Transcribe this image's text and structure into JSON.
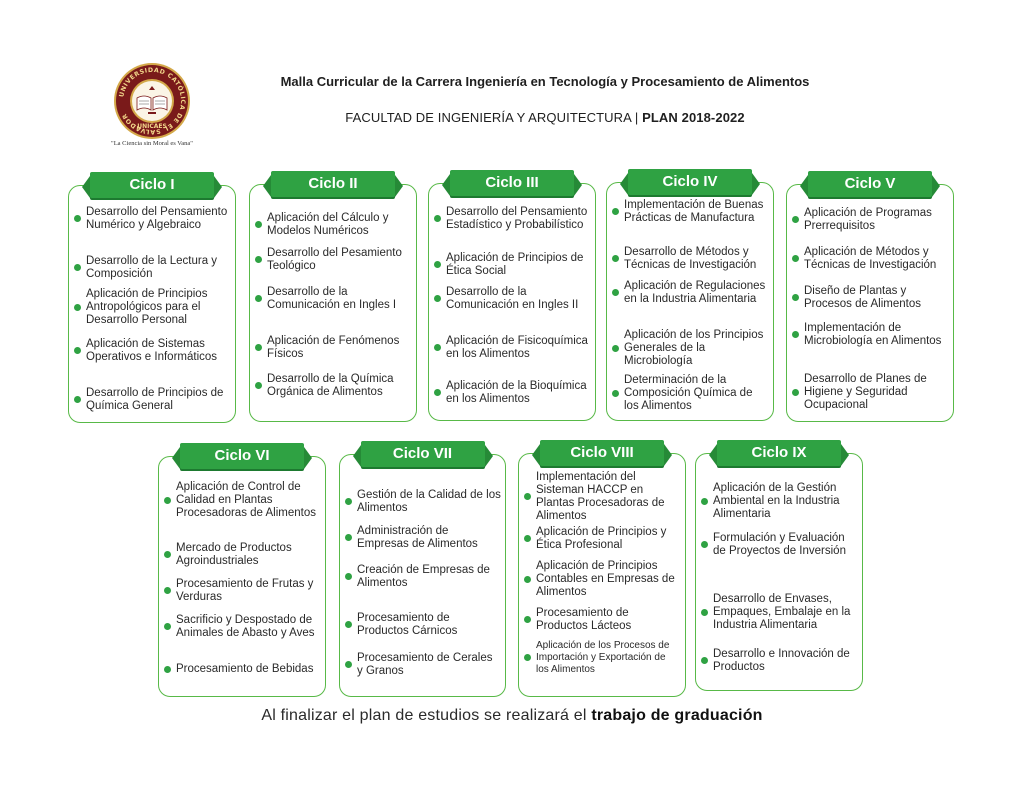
{
  "logo": {
    "icon": "university-seal-icon",
    "ring_text": "UNIVERSIDAD CATÓLICA DE EL SALVADOR",
    "bottom_text": "UNICAES",
    "motto": "\"La Ciencia sin Moral es Vana\"",
    "colors": {
      "ring": "#7a1a1a",
      "gold": "#d4a94a"
    }
  },
  "header": {
    "title": "Malla Curricular de la Carrera Ingeniería en Tecnología y Procesamiento de Alimentos",
    "faculty": "FACULTAD DE INGENIERÍA Y ARQUITECTURA | ",
    "plan": "PLAN 2018-2022"
  },
  "colors": {
    "accent": "#2fa243",
    "border": "#58b947"
  },
  "cycles": [
    {
      "label": "Ciclo I",
      "subjects": [
        "Desarrollo del Pensamiento Numérico y Algebraico",
        "Desarrollo de la Lectura y Composición",
        "Aplicación de Principios Antropológicos para el Desarrollo Personal",
        "Aplicación de Sistemas Operativos e Informáticos",
        "Desarrollo de Principios de Química General"
      ]
    },
    {
      "label": "Ciclo II",
      "subjects": [
        "Aplicación del Cálculo y Modelos Numéricos",
        "Desarrollo del Pesamiento Teológico",
        "Desarrollo de la Comunicación en Ingles I",
        "Aplicación de Fenómenos Físicos",
        "Desarrollo de la Química Orgánica de Alimentos"
      ]
    },
    {
      "label": "Ciclo III",
      "subjects": [
        "Desarrollo del Pensamiento Estadístico y Probabilístico",
        "Aplicación de Principios de Ética Social",
        "Desarrollo de la Comunicación en Ingles II",
        "Aplicación de Fisicoquímica en los Alimentos",
        "Aplicación de la Bioquímica en los Alimentos"
      ]
    },
    {
      "label": "Ciclo IV",
      "subjects": [
        "Implementación de Buenas Prácticas de Manufactura",
        "Desarrollo de Métodos y Técnicas de Investigación",
        "Aplicación de Regulaciones en la Industria Alimentaria",
        "Aplicación de los Principios Generales de la Microbiología",
        "Determinación de la Composición Química de los Alimentos"
      ]
    },
    {
      "label": "Ciclo V",
      "subjects": [
        "Aplicación de Programas Prerrequisitos",
        "Aplicación de Métodos y Técnicas de Investigación",
        "Diseño de Plantas y Procesos de Alimentos",
        "Implementación de Microbiología en Alimentos",
        "Desarrollo de Planes de Higiene y Seguridad Ocupacional"
      ]
    },
    {
      "label": "Ciclo VI",
      "subjects": [
        "Aplicación de Control de Calidad en Plantas Procesadoras de Alimentos",
        "Mercado de Productos Agroindustriales",
        "Procesamiento de Frutas y Verduras",
        "Sacrificio y Despostado de Animales de Abasto y Aves",
        "Procesamiento de Bebidas"
      ]
    },
    {
      "label": "Ciclo VII",
      "subjects": [
        "Gestión de la Calidad de los Alimentos",
        "Administración de Empresas de Alimentos",
        "Creación de Empresas de Alimentos",
        "Procesamiento de Productos Cárnicos",
        "Procesamiento de Cerales y Granos"
      ]
    },
    {
      "label": "Ciclo VIII",
      "subjects": [
        "Implementación del Sisteman HACCP en Plantas Procesadoras de Alimentos",
        "Aplicación de Principios y Ética Profesional",
        "Aplicación de Principios Contables en Empresas de Alimentos",
        "Procesamiento de Productos Lácteos",
        "Aplicación de los Procesos de Importación y Exportación de los Alimentos"
      ]
    },
    {
      "label": "Ciclo IX",
      "subjects": [
        "Aplicación de la Gestión Ambiental en la Industria Alimentaria",
        "Formulación y Evaluación de Proyectos de Inversión",
        "Desarrollo de Envases, Empaques, Embalaje en la Industria Alimentaria",
        "Desarrollo e Innovación de Productos"
      ]
    }
  ],
  "footer": {
    "text": "Al finalizar el plan de estudios se realizará el ",
    "bold": "trabajo de graduación"
  }
}
